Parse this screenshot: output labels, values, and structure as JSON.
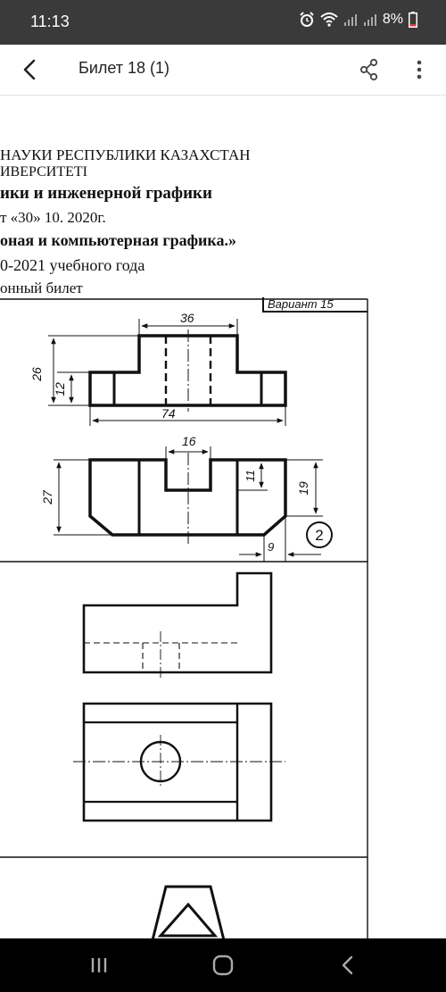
{
  "status_bar": {
    "time": "11:13",
    "battery": "8%"
  },
  "app_bar": {
    "title": "Билет 18 (1)"
  },
  "document": {
    "header_lines": [
      "НАУКИ РЕСПУБЛИКИ КАЗАХСТАН",
      "ИВЕРСИТЕТІ",
      "ики и инженерной графики",
      "т «30» 10. 2020г.",
      "оная и компьютерная графика.»",
      "0-2021 учебного года",
      "онный билет"
    ]
  },
  "drawing": {
    "variant_label": "Вариант 15",
    "dim_36": "36",
    "dim_26": "26",
    "dim_12": "12",
    "dim_74": "74",
    "dim_16": "16",
    "dim_27": "27",
    "dim_11": "11",
    "dim_19": "19",
    "dim_9": "9",
    "problem_number": "2"
  }
}
